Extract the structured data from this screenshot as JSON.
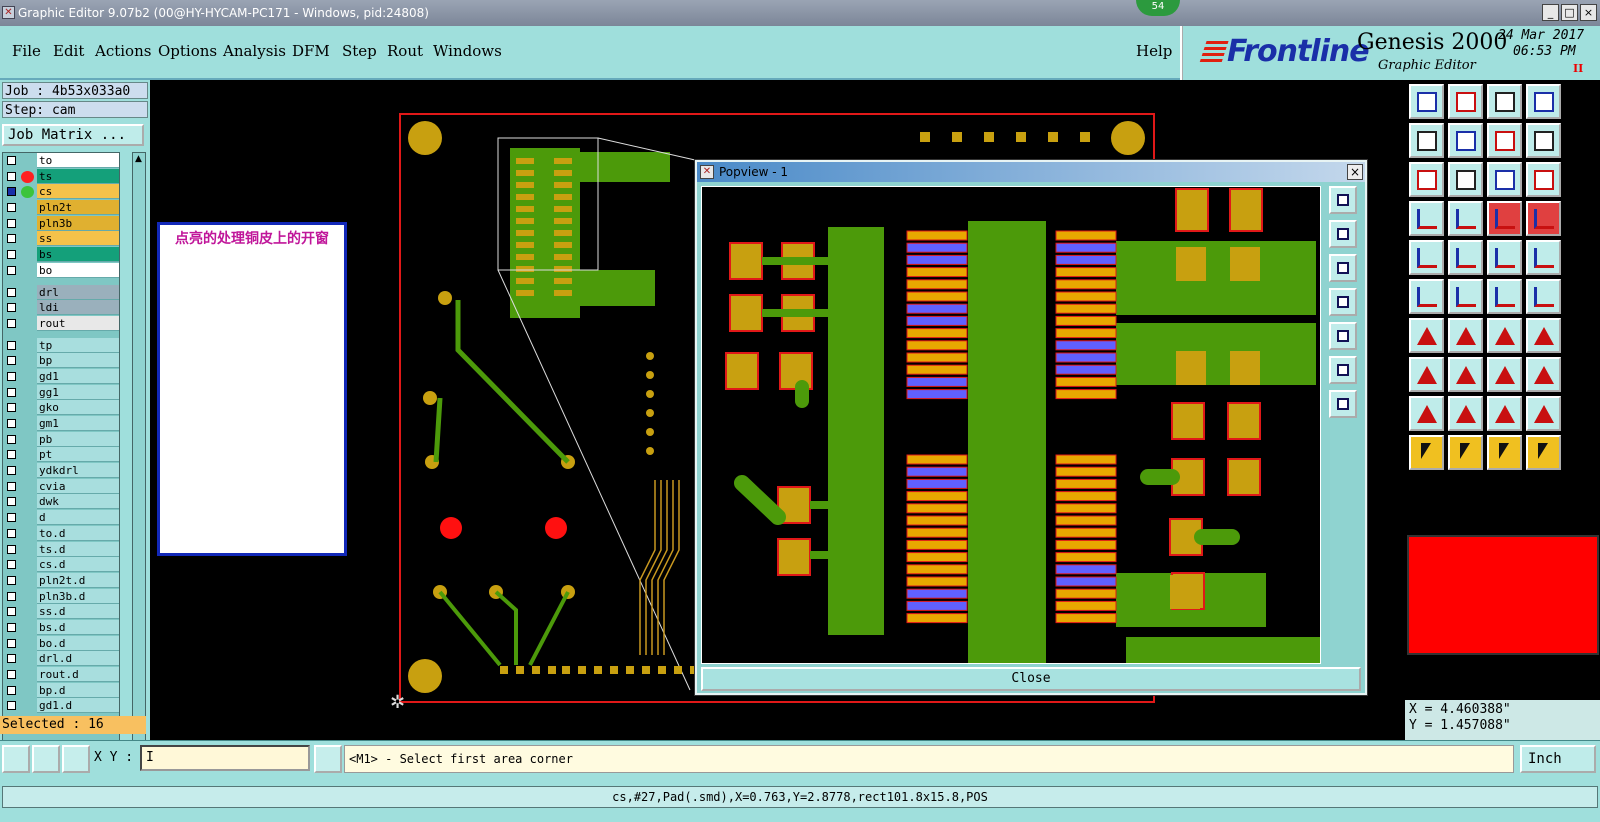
{
  "window": {
    "title": "Graphic Editor 9.07b2 (00@HY-HYCAM-PC171 - Windows, pid:24808)",
    "badge": "54",
    "buttons": {
      "minimize": "_",
      "maximize": "□",
      "close": "×"
    }
  },
  "menu": {
    "items": [
      "File",
      "Edit",
      "Actions",
      "Options",
      "Analysis",
      "DFM",
      "Step",
      "Rout",
      "Windows"
    ],
    "help": "Help"
  },
  "brand": {
    "logo": "Frontline",
    "product": "Genesis 2000",
    "subtitle": "Graphic Editor",
    "date": "24 Mar 2017",
    "time": "06:53 PM",
    "pause_icon": "II"
  },
  "job": {
    "job_label": "Job : 4b53x033a0",
    "step_label": "Step: cam",
    "matrix_button": "Job Matrix ...",
    "selected": "Selected : 16"
  },
  "layers": [
    {
      "name": "to",
      "color": "#ffffff",
      "dot": ""
    },
    {
      "name": "ts",
      "color": "#14a07a",
      "dot": "#ff2020"
    },
    {
      "name": "cs",
      "color": "#f5c24a",
      "dot": "#3cc43c"
    },
    {
      "name": "pln2t",
      "color": "#e0b030",
      "dot": ""
    },
    {
      "name": "pln3b",
      "color": "#e0b030",
      "dot": ""
    },
    {
      "name": "ss",
      "color": "#f5c24a",
      "dot": ""
    },
    {
      "name": "bs",
      "color": "#14a07a",
      "dot": ""
    },
    {
      "name": "bo",
      "color": "#ffffff",
      "dot": ""
    },
    {
      "sep": true
    },
    {
      "name": "drl",
      "color": "#9ab0bc",
      "dot": ""
    },
    {
      "name": "ldi",
      "color": "#9ab0bc",
      "dot": ""
    },
    {
      "name": "rout",
      "color": "#e8e8e8",
      "dot": ""
    },
    {
      "sep": true
    },
    {
      "name": "tp",
      "color": "#a8dede",
      "dot": ""
    },
    {
      "name": "bp",
      "color": "#a8dede",
      "dot": ""
    },
    {
      "name": "gd1",
      "color": "#a8dede",
      "dot": ""
    },
    {
      "name": "gg1",
      "color": "#a8dede",
      "dot": ""
    },
    {
      "name": "gko",
      "color": "#a8dede",
      "dot": ""
    },
    {
      "name": "gm1",
      "color": "#a8dede",
      "dot": ""
    },
    {
      "name": "pb",
      "color": "#a8dede",
      "dot": ""
    },
    {
      "name": "pt",
      "color": "#a8dede",
      "dot": ""
    },
    {
      "name": "ydkdrl",
      "color": "#a8dede",
      "dot": ""
    },
    {
      "name": "cvia",
      "color": "#a8dede",
      "dot": ""
    },
    {
      "name": "dwk",
      "color": "#a8dede",
      "dot": ""
    },
    {
      "name": "d",
      "color": "#a8dede",
      "dot": ""
    },
    {
      "name": "to.d",
      "color": "#a8dede",
      "dot": ""
    },
    {
      "name": "ts.d",
      "color": "#a8dede",
      "dot": ""
    },
    {
      "name": "cs.d",
      "color": "#a8dede",
      "dot": ""
    },
    {
      "name": "pln2t.d",
      "color": "#a8dede",
      "dot": ""
    },
    {
      "name": "pln3b.d",
      "color": "#a8dede",
      "dot": ""
    },
    {
      "name": "ss.d",
      "color": "#a8dede",
      "dot": ""
    },
    {
      "name": "bs.d",
      "color": "#a8dede",
      "dot": ""
    },
    {
      "name": "bo.d",
      "color": "#a8dede",
      "dot": ""
    },
    {
      "name": "drl.d",
      "color": "#a8dede",
      "dot": ""
    },
    {
      "name": "rout.d",
      "color": "#a8dede",
      "dot": ""
    },
    {
      "name": "bp.d",
      "color": "#a8dede",
      "dot": ""
    },
    {
      "name": "gd1.d",
      "color": "#a8dede",
      "dot": ""
    }
  ],
  "canvas": {
    "note": "点亮的处理铜皮上的开窗",
    "colors": {
      "outline": "#e01818",
      "copper": "#4c9a0a",
      "pad": "#c8a010",
      "hole": "#ff1010",
      "select": "#6060ff"
    }
  },
  "popview": {
    "title": "Popview - 1",
    "close_button": "Close"
  },
  "toolbar_right": {
    "icons": [
      "zoom-home-icon",
      "zoom-in-icon",
      "home-icon",
      "zoom-extents-icon",
      "pan-left-icon",
      "pan-right-icon",
      "window-icon",
      "grid-toggle-icon",
      "fit-icon",
      "center-icon",
      "scale-one-icon",
      "help-icon",
      "snap-icon",
      "grid-icon",
      "layer-a-icon",
      "layer-b-icon",
      "pad-info-icon",
      "measure-icon",
      "ruler-icon",
      "dot-icon",
      "connect-icon",
      "cross-icon",
      "line-red-icon",
      "line-dot-icon",
      "edit-line-icon",
      "slash-icon",
      "rotate-icon",
      "flip-icon",
      "move-icon",
      "minus-icon",
      "mirror-icon",
      "copy-icon",
      "tri-a-icon",
      "tri-b-icon",
      "tri-c-icon",
      "tri-d-icon",
      "pointer-icon",
      "select-icon",
      "select-net-icon",
      "route-icon"
    ],
    "coord_x": "X = 4.460388\"",
    "coord_y": "Y = 1.457088\""
  },
  "command": {
    "xy_label": "X Y :",
    "xy_value": "I",
    "prompt": "<M1> - Select first area corner",
    "units": "Inch"
  },
  "status": {
    "text": "cs,#27,Pad(.smd),X=0.763,Y=2.8778,rect101.8x15.8,POS"
  }
}
